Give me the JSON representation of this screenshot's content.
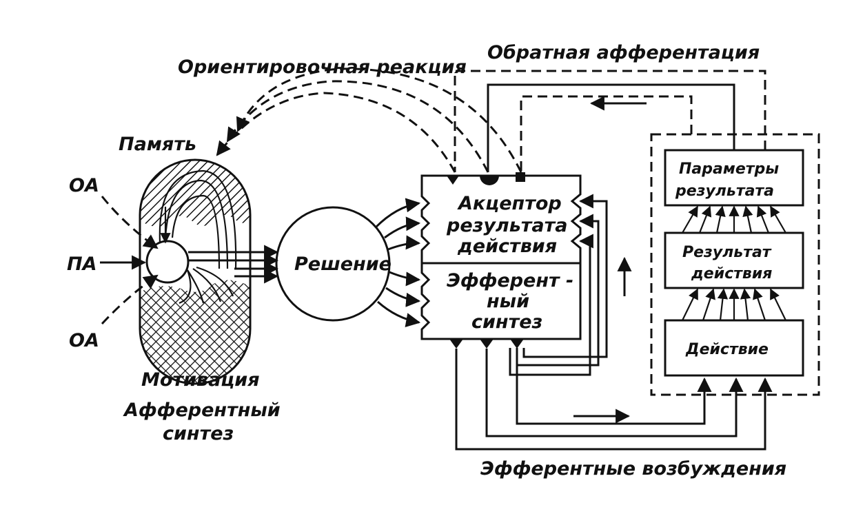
{
  "labels": {
    "orientation_reaction": "Ориентировочная реакция",
    "feedback_afferentation": "Обратная афферентация",
    "memory": "Память",
    "oa_top": "ОА",
    "pa": "ПА",
    "oa_bottom": "ОА",
    "motivation": "Мотивация",
    "afferent_synthesis_line1": "Афферентный",
    "afferent_synthesis_line2": "синтез",
    "decision": "Решение",
    "acceptor_line1": "Акцептор",
    "acceptor_line2": "результата",
    "acceptor_line3": "действия",
    "efferent_line1": "Эфферент -",
    "efferent_line2": "ный",
    "efferent_line3": "синтез",
    "result_params_line1": "Параметры",
    "result_params_line2": "результата",
    "action_result_line1": "Результат",
    "action_result_line2": "действия",
    "action": "Действие",
    "efferent_excitations": "Эфферентные возбуждения"
  },
  "colors": {
    "ink": "#111111",
    "paper": "#ffffff"
  }
}
